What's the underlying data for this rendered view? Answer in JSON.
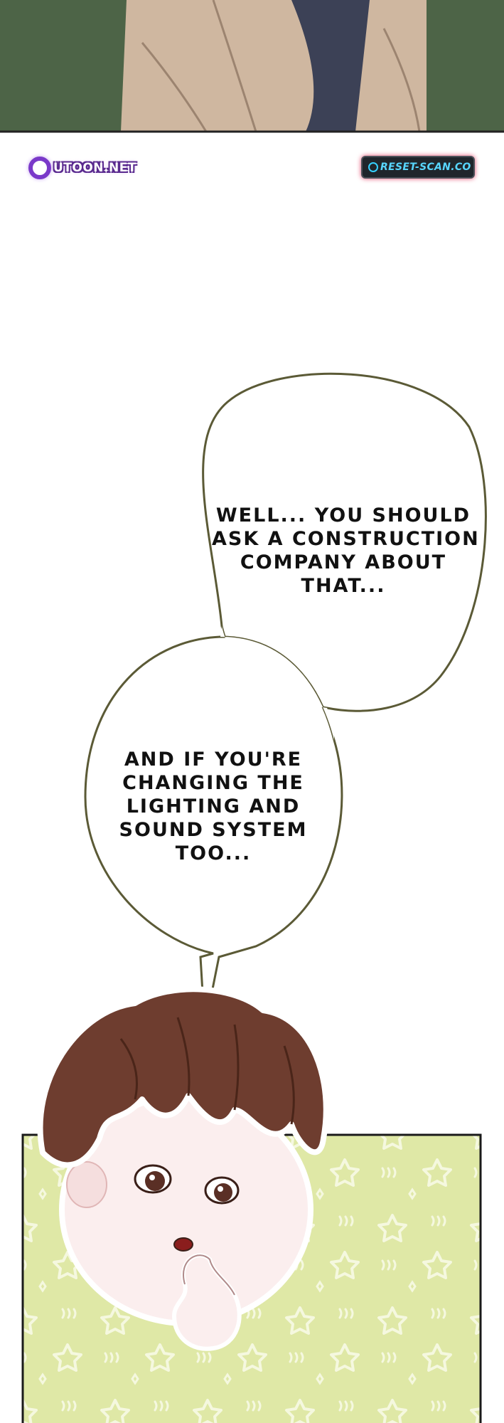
{
  "watermarks": {
    "left": "UTOON.NET",
    "right": "RESET-SCAN.CO"
  },
  "bubble_top": {
    "lines": [
      "WELL... YOU SHOULD",
      "ASK A CONSTRUCTION",
      "COMPANY ABOUT",
      "THAT..."
    ]
  },
  "bubble_bottom": {
    "lines": [
      "AND IF YOU'RE",
      "CHANGING THE",
      "LIGHTING AND",
      "SOUND SYSTEM",
      "TOO..."
    ]
  },
  "colors": {
    "panel_green": "#4d6447",
    "coat_beige": "#cfb7a0",
    "shirt_navy": "#3c4156",
    "bubble_outline": "#5b5a36",
    "card_yellow": "#dfe8a6",
    "hair_brown": "#6e3d2f",
    "skin": "#fbeeee"
  }
}
